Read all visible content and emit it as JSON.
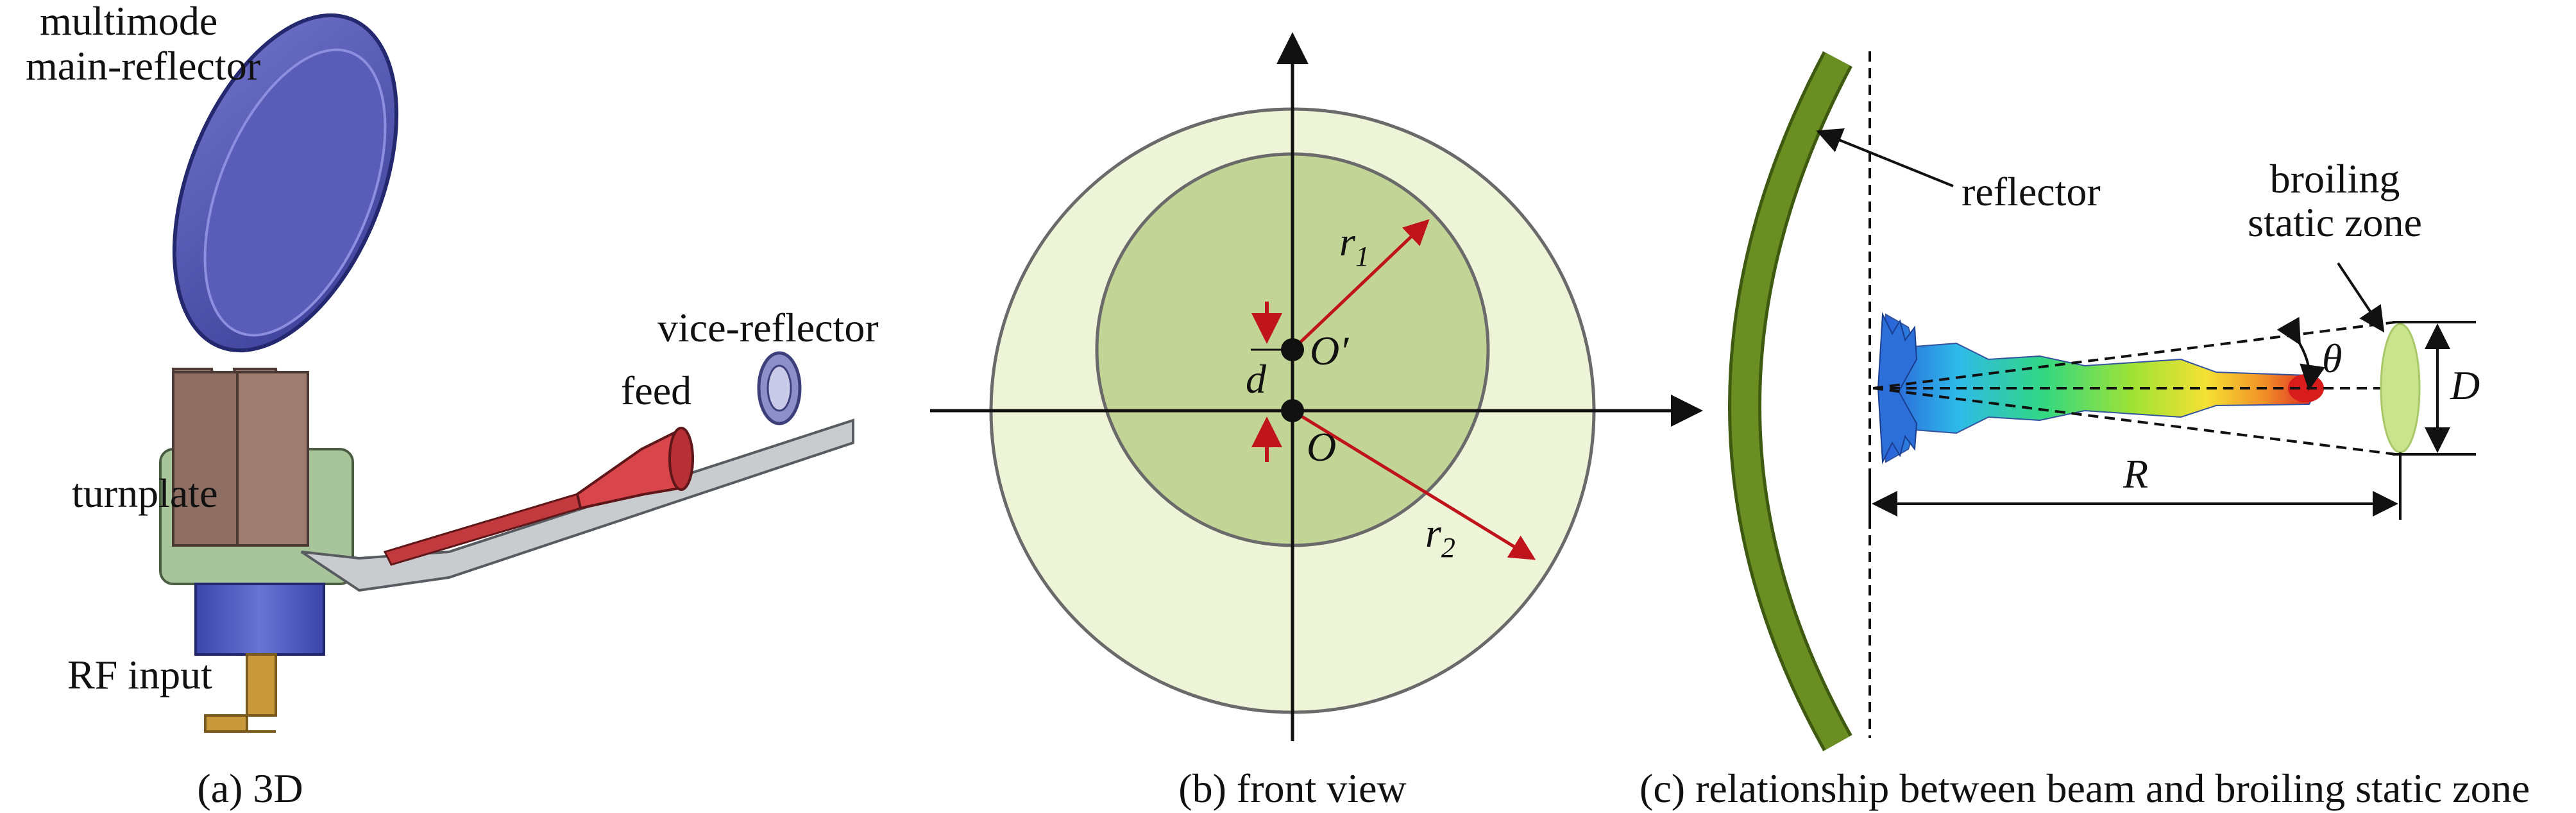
{
  "panel_a": {
    "caption": "(a) 3D",
    "labels": {
      "main_reflector_line1": "multimode",
      "main_reflector_line2": "main-reflector",
      "vice_reflector": "vice-reflector",
      "feed": "feed",
      "turnplate": "turnplate",
      "rf_input": "RF input"
    }
  },
  "panel_b": {
    "caption": "(b) front view",
    "labels": {
      "r1": "r",
      "r1_sub": "1",
      "r2": "r",
      "r2_sub": "2",
      "o_prime": "O′",
      "o": "O",
      "d": "d"
    }
  },
  "panel_c": {
    "caption": "(c) relationship between beam and broiling static zone",
    "labels": {
      "reflector": "reflector",
      "zone_line1": "broiling",
      "zone_line2": "static zone",
      "theta": "θ",
      "D": "D",
      "R": "R"
    }
  },
  "colors": {
    "outer_disk": "#eef4d8",
    "inner_disk": "#c3d596",
    "reflector_arc": "#6b8e23",
    "arrow_red": "#c0141c",
    "zone_ellipse": "#c9e48c"
  }
}
